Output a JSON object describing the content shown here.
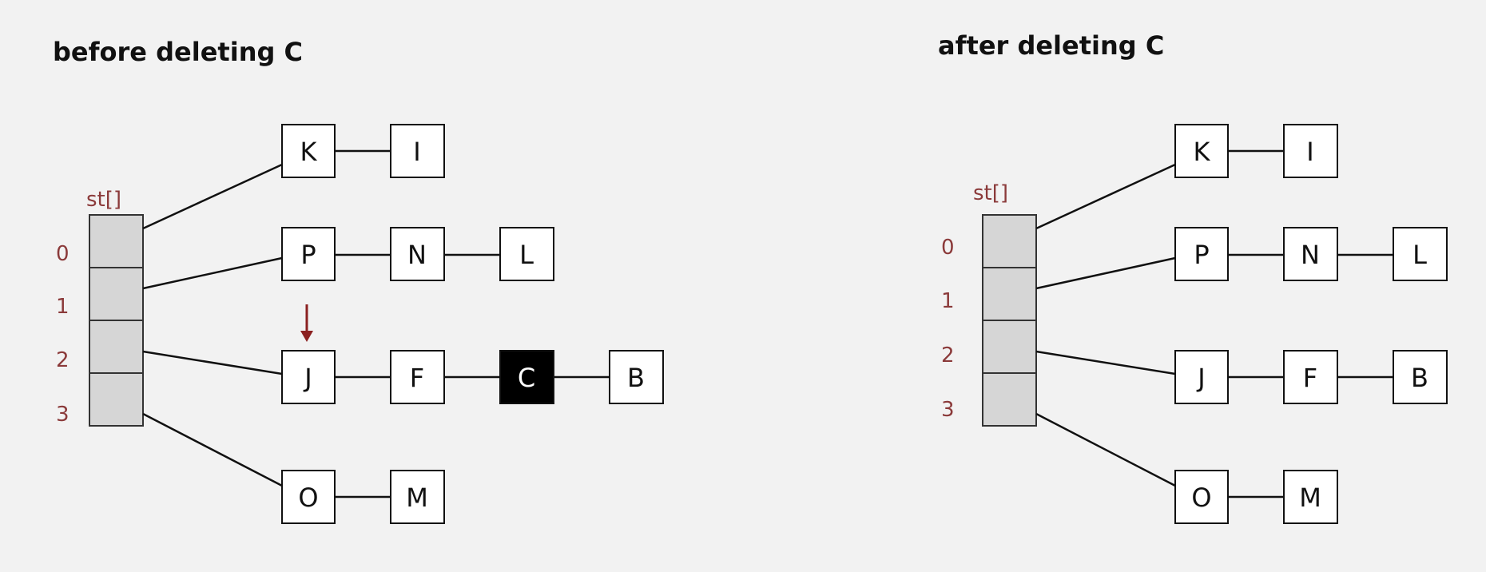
{
  "panels": [
    {
      "title": "before deleting C",
      "array_label": "st[]",
      "indices": [
        "0",
        "1",
        "2",
        "3"
      ],
      "chains": [
        {
          "index": "0",
          "nodes": [
            "K",
            "I"
          ]
        },
        {
          "index": "1",
          "nodes": [
            "P",
            "N",
            "L"
          ]
        },
        {
          "index": "2",
          "nodes": [
            "J",
            "F",
            "C",
            "B"
          ],
          "highlighted": "C",
          "arrow_at": "J"
        },
        {
          "index": "3",
          "nodes": [
            "O",
            "M"
          ]
        }
      ]
    },
    {
      "title": "after deleting C",
      "array_label": "st[]",
      "indices": [
        "0",
        "1",
        "2",
        "3"
      ],
      "chains": [
        {
          "index": "0",
          "nodes": [
            "K",
            "I"
          ]
        },
        {
          "index": "1",
          "nodes": [
            "P",
            "N",
            "L"
          ]
        },
        {
          "index": "2",
          "nodes": [
            "J",
            "F",
            "B"
          ]
        },
        {
          "index": "3",
          "nodes": [
            "O",
            "M"
          ]
        }
      ]
    }
  ],
  "colors": {
    "background": "#f2f2f2",
    "label_red": "#8b3a3a",
    "arrow": "#8b2020",
    "cell_fill": "#d6d6d6",
    "highlight_fill": "#000000"
  }
}
